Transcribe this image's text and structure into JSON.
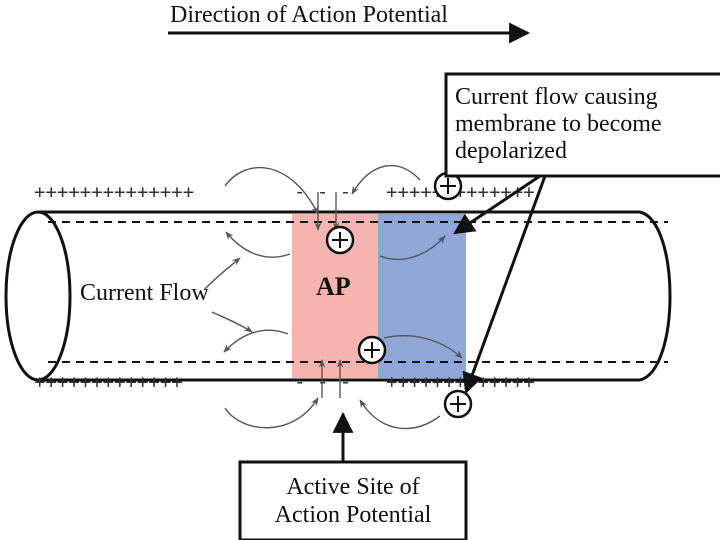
{
  "title": "Direction of Action Potential",
  "callout_depolarize": {
    "lines": [
      "Current flow causing",
      "membrane to become",
      "depolarized"
    ]
  },
  "callout_active": {
    "lines": [
      "Active Site of",
      "Action Potential"
    ]
  },
  "label_current_flow": "Current Flow",
  "label_ap": "AP",
  "top_signs_left": "++++++++++++++",
  "top_signs_minus": "- - -",
  "top_signs_right": "+++++++++++++",
  "bottom_signs_left": "+++++++++++++",
  "bottom_signs_minus": "- - -",
  "bottom_signs_right": "+++++++++++++",
  "colors": {
    "ap_region": "#f6b4ae",
    "depolarizing_region": "#8fa6d6",
    "outline": "#111111",
    "arrow": "#555555"
  },
  "icons": [
    "plus-ion-icon",
    "arrow-icon"
  ]
}
